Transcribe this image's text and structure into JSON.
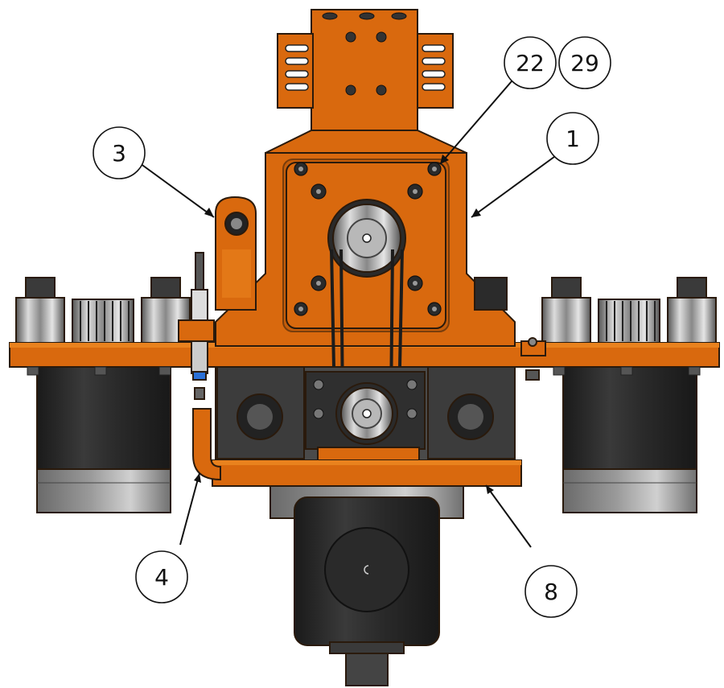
{
  "callouts": [
    {
      "id": "c1",
      "label": "1"
    },
    {
      "id": "c3",
      "label": "3"
    },
    {
      "id": "c4",
      "label": "4"
    },
    {
      "id": "c8",
      "label": "8"
    },
    {
      "id": "c22",
      "label": "22"
    },
    {
      "id": "c29",
      "label": "29"
    }
  ],
  "colors": {
    "orange": "#d9690e",
    "orange_highlight": "#e9821e",
    "motor_black": "#2e2e2e",
    "metal_grey": "#c9c9c9",
    "sensor_blue": "#2a6fd6"
  }
}
